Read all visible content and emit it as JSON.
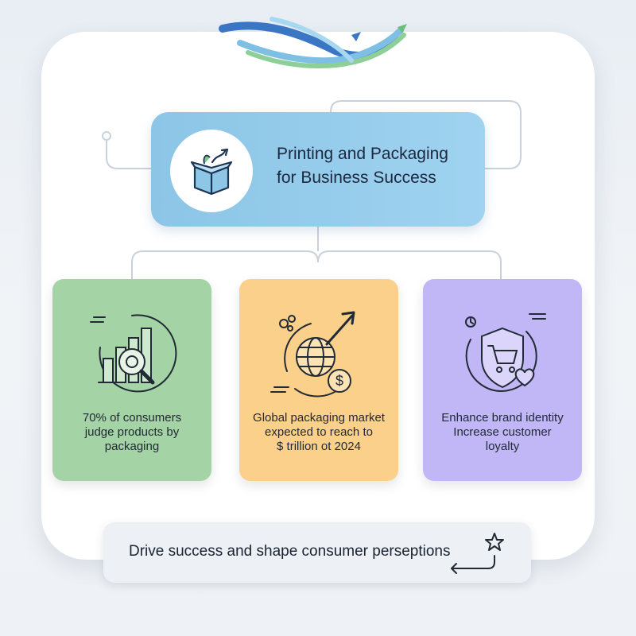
{
  "title": {
    "lines": [
      "Printing and Packaging",
      "for Business Success"
    ],
    "icon": "gift-box-icon"
  },
  "facts": [
    {
      "lines": [
        "70% of consumers",
        "judge products by",
        "packaging"
      ],
      "icon": "bar-chart-magnifier-icon",
      "color": "#a4d3a5"
    },
    {
      "lines": [
        "Global packaging market",
        "expected to reach to",
        "$ trillion ot 2024"
      ],
      "icon": "globe-dollar-growth-icon",
      "color": "#fbd08a"
    },
    {
      "lines": [
        "Enhance brand identity",
        "Increase customer",
        "loyalty"
      ],
      "icon": "shield-cart-heart-icon",
      "color": "#c1b7f7"
    }
  ],
  "footer": {
    "text": "Drive success and shape consumer perseptions",
    "icon": "star-arrow-icon"
  },
  "colors": {
    "title_box": "#9fd3f0",
    "green": "#a4d3a5",
    "orange": "#fbd08a",
    "purple": "#c1b7f7",
    "accent_blue": "#2f6fc0",
    "accent_green": "#7dc48a"
  }
}
